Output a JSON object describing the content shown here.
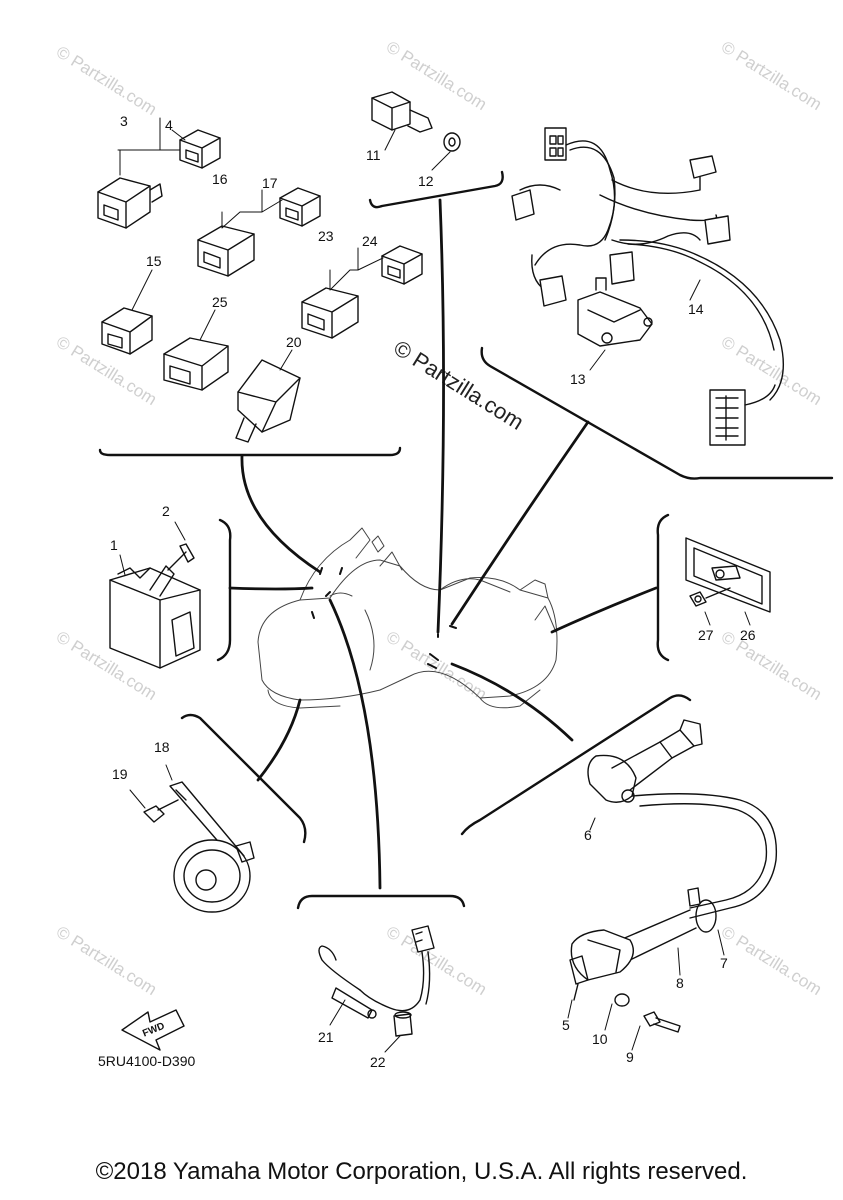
{
  "diagram": {
    "part_numbers": [
      "1",
      "2",
      "3",
      "4",
      "5",
      "6",
      "7",
      "8",
      "9",
      "10",
      "11",
      "12",
      "13",
      "14",
      "15",
      "16",
      "17",
      "18",
      "19",
      "20",
      "21",
      "22",
      "23",
      "24",
      "25",
      "26",
      "27"
    ],
    "diagram_code": "5RU4100-D390",
    "fwd_label": "FWD",
    "watermark_small": "© Partzilla.com",
    "watermark_center": "© Partzilla.com"
  },
  "footer": {
    "copyright": "©2018 Yamaha Motor Corporation, U.S.A. All rights reserved."
  }
}
